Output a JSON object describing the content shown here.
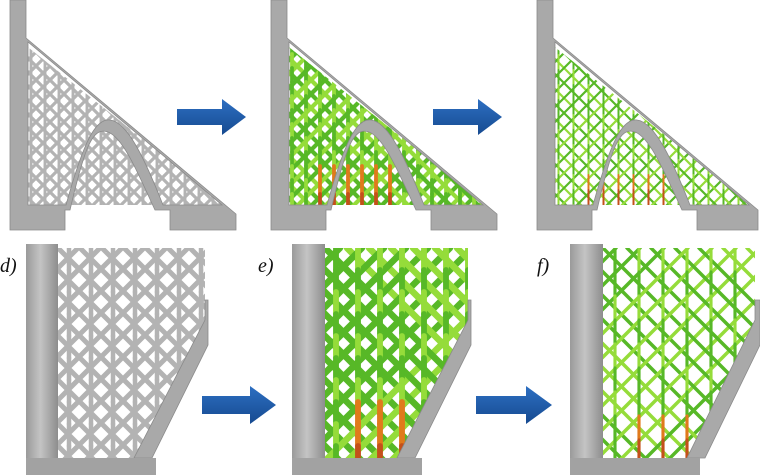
{
  "labels": {
    "d": "d)",
    "e": "e)",
    "f": "f)"
  },
  "colors": {
    "background": "#ffffff",
    "frame": "#a7a7a7",
    "frame_dark": "#8a8a8a",
    "lattice_gray": "#b3b3b3",
    "lattice_green": "#57b827",
    "lattice_green_light": "#95dc3a",
    "lattice_orange": "#e07a1c",
    "lattice_red": "#c4501a",
    "arrow": "#1c57a6"
  },
  "panels": {
    "a": {
      "coloring": "gray"
    },
    "b": {
      "coloring": "stress-map-thick"
    },
    "c": {
      "coloring": "stress-map-thin"
    },
    "d": {
      "coloring": "gray"
    },
    "e": {
      "coloring": "stress-map-thick"
    },
    "f": {
      "coloring": "stress-map-thin"
    }
  }
}
